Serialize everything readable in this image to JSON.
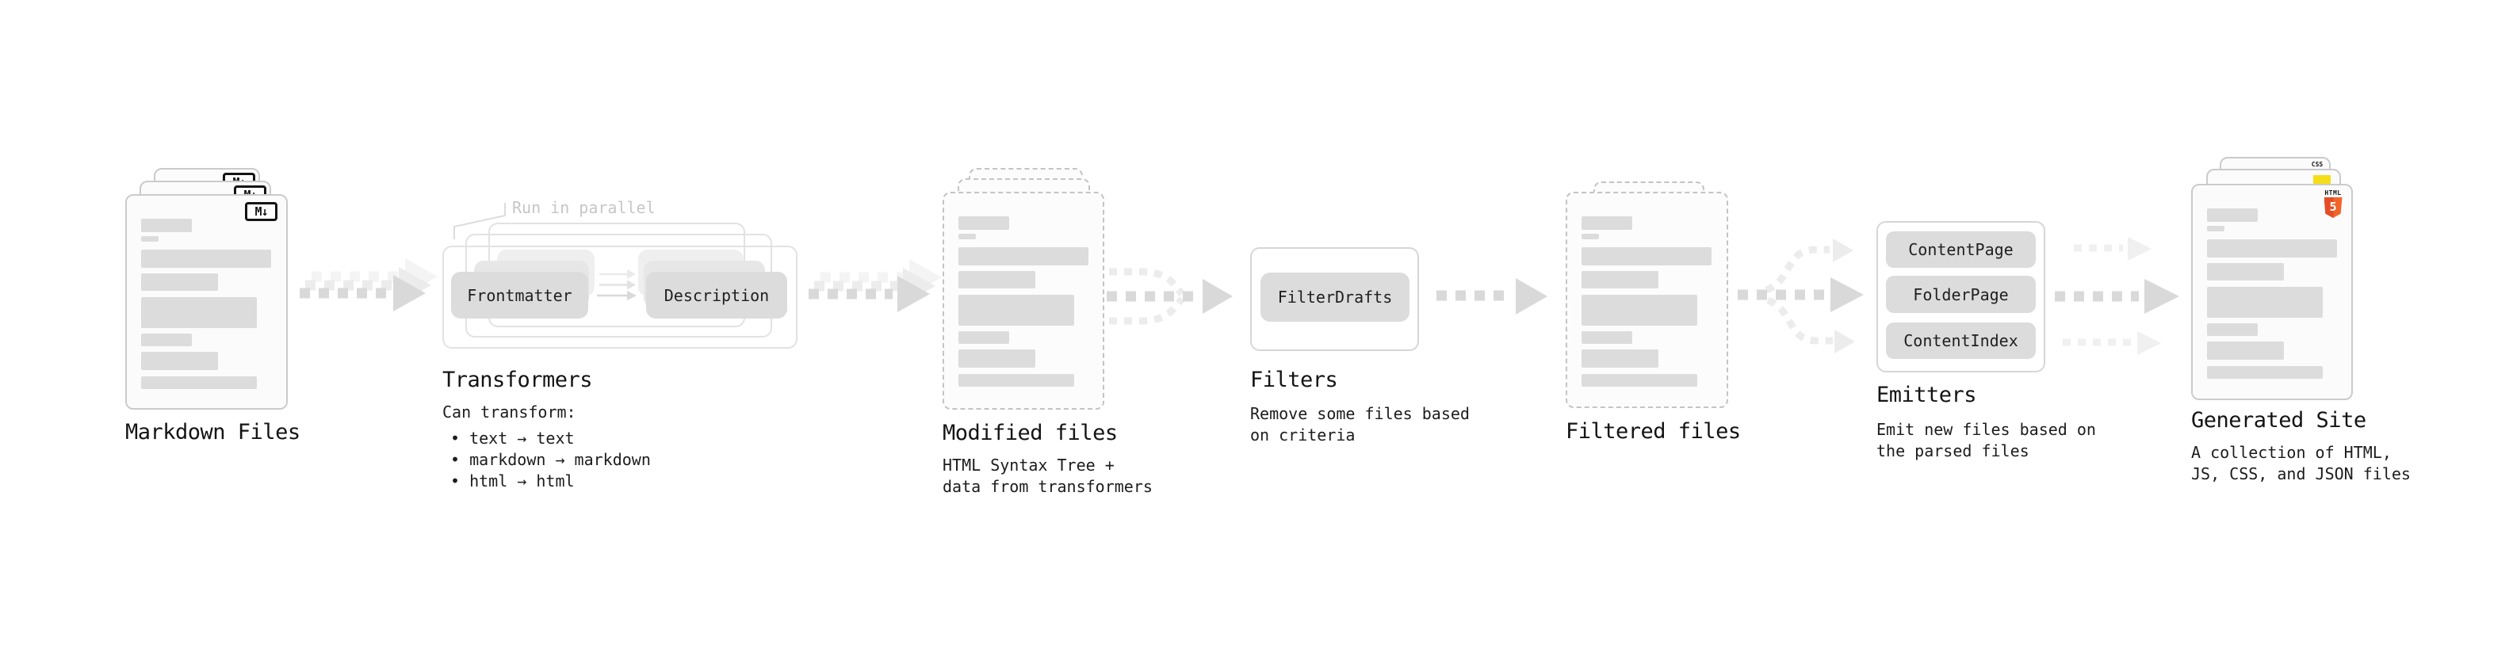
{
  "stages": {
    "markdown": {
      "label": "Markdown Files",
      "badge": "M↓"
    },
    "transformers": {
      "annotation": "Run in parallel",
      "box_frontmatter": "Frontmatter",
      "box_description": "Description",
      "label": "Transformers",
      "caption_title": "Can transform:",
      "bullets": [
        "• text → text",
        "• markdown → markdown",
        "• html → html"
      ]
    },
    "modified": {
      "label": "Modified files",
      "caption": "HTML Syntax Tree +\ndata from transformers"
    },
    "filters": {
      "box": "FilterDrafts",
      "label": "Filters",
      "caption": "Remove some files based\non criteria"
    },
    "filtered": {
      "label": "Filtered files"
    },
    "emitters": {
      "boxes": [
        "ContentPage",
        "FolderPage",
        "ContentIndex"
      ],
      "label": "Emitters",
      "caption": "Emit new files based on\nthe parsed files"
    },
    "generated": {
      "label": "Generated Site",
      "caption": "A collection of HTML,\nJS, CSS, and JSON files",
      "badges": {
        "html_text": "HTML",
        "html_number": "5",
        "css_text": "CSS"
      }
    }
  },
  "colors": {
    "html_shield": "#E44D26",
    "html_shield_light": "#F16529",
    "js_badge": "#F5DE19",
    "css_underline": "#2965F1",
    "arrow_main": "#D9D9D9",
    "arrow_ghost": "#EFEFEF",
    "arrow_faint": "#ECECEC",
    "annotation_text": "#C6C6C6"
  }
}
